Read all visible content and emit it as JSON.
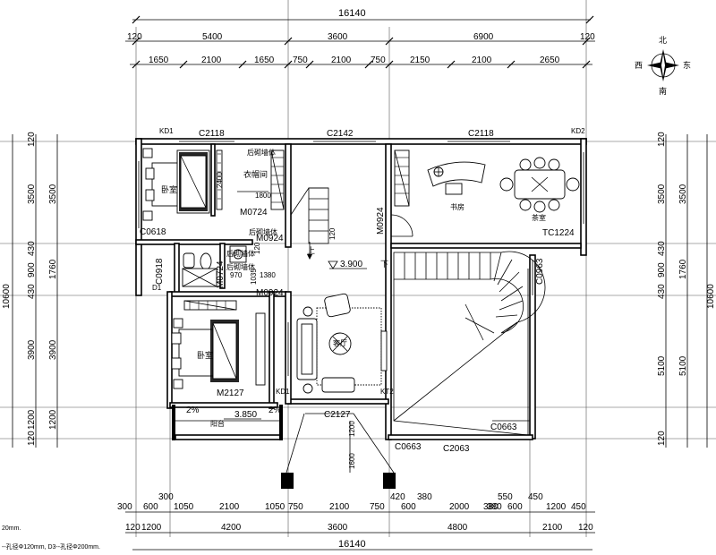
{
  "overall": {
    "total_top": "16140",
    "total_bottom": "16140",
    "total_left": "10600",
    "total_right": "10600"
  },
  "top_dims_1": [
    "120",
    "5400",
    "3600",
    "6900",
    "120"
  ],
  "top_dims_2": [
    "1650",
    "2100",
    "1650",
    "750",
    "2100",
    "750",
    "2150",
    "2100",
    "2650"
  ],
  "bottom_dims_1": [
    "300",
    "600",
    "1050",
    "2100",
    "1050",
    "750",
    "2100",
    "750",
    "420",
    "380",
    "2000",
    "380",
    "600",
    "450",
    "1200",
    "450"
  ],
  "bottom_extra": [
    "300",
    "600",
    "380",
    "550"
  ],
  "bottom_dims_2": [
    "120",
    "1200",
    "4200",
    "3600",
    "4800",
    "2100",
    "120"
  ],
  "left_dims_1": [
    "120",
    "3500",
    "430",
    "900",
    "430",
    "3900",
    "1200",
    "120"
  ],
  "left_dims_2": [
    "3500",
    "1760",
    "3900",
    "1200"
  ],
  "right_dims_1": [
    "120",
    "3500",
    "430",
    "900",
    "430",
    "5100",
    "120"
  ],
  "right_dims_2": [
    "3500",
    "1760",
    "5100"
  ],
  "compass": {
    "north": "北",
    "south": "南",
    "east": "东",
    "west": "西"
  },
  "rooms": {
    "bedroom1": "卧室",
    "closet": "衣帽间",
    "bedroom2": "卧室",
    "study": "书房",
    "tea_room": "茶室",
    "balcony": "阳台",
    "lounge": "客厅"
  },
  "windows": {
    "c2118a": "C2118",
    "c2142": "C2142",
    "c2118b": "C2118",
    "c0618": "C0618",
    "c0918": "C0918",
    "tc1224": "TC1224",
    "c0963": "C0963",
    "c2127": "C2127",
    "c0663a": "C0663",
    "c2063": "C2063",
    "c0663b": "C0663"
  },
  "doors": {
    "m0724a": "M0724",
    "m0924a": "M0924",
    "m0924b": "M0924",
    "m0924c": "M0924",
    "m0724b": "M0724",
    "m2127": "M2127"
  },
  "marks": {
    "kd1a": "KD1",
    "kd2": "KD2",
    "d1": "D1",
    "kd1b": "KD1",
    "kt2": "KT2",
    "vent1": "后砌墙体",
    "vent2": "后砌墙体",
    "vent3": "后砌墙体",
    "vent4": "后砌墙体",
    "d2400": "2400",
    "d1800": "1800",
    "d120": "120",
    "d1035": "1035",
    "d1380": "1380",
    "d970": "970",
    "d1200": "1200",
    "d1600": "1600",
    "d120b": "120"
  },
  "levels": {
    "main": "3.900",
    "balcony": "3.850"
  },
  "slopes": {
    "s1": "2%",
    "s2": "2%"
  },
  "stairs": {
    "up": "上",
    "down": "下"
  },
  "notes": {
    "line1": "20mm.",
    "line2": "--孔径Φ120mm, D3--孔径Φ200mm."
  }
}
